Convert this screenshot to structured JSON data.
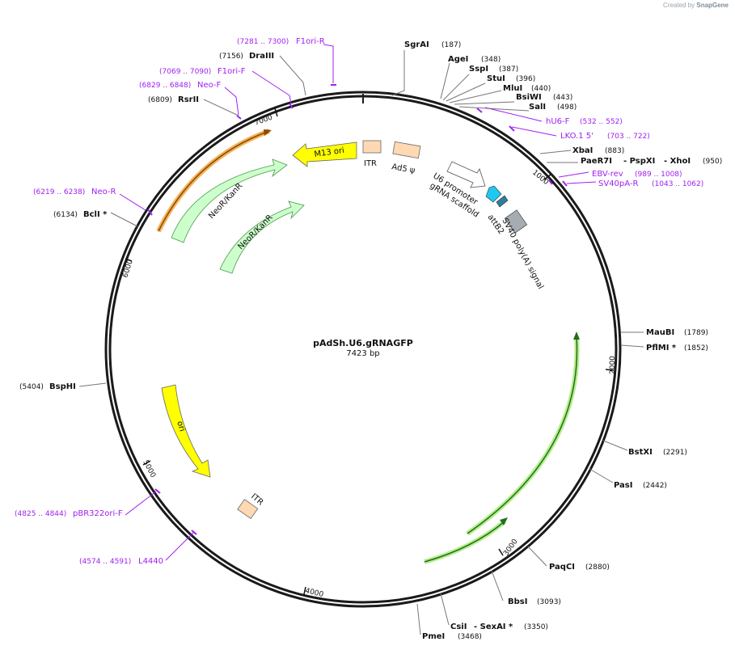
{
  "credit": {
    "prefix": "Created by",
    "brand": "SnapGene"
  },
  "plasmid": {
    "name": "pAdSh.U6.gRNAGFP",
    "length_label": "7423 bp"
  },
  "ticks": [
    "1000",
    "2000",
    "3000",
    "4000",
    "5000",
    "6000",
    "7000"
  ],
  "sites": [
    {
      "name": "SgrAI",
      "pos": "(187)"
    },
    {
      "name": "AgeI",
      "pos": "(348)"
    },
    {
      "name": "SspI",
      "pos": "(387)"
    },
    {
      "name": "StuI",
      "pos": "(396)"
    },
    {
      "name": "MluI",
      "pos": "(440)"
    },
    {
      "name": "BsiWI",
      "pos": "(443)"
    },
    {
      "name": "SalI",
      "pos": "(498)"
    },
    {
      "name": "XbaI",
      "pos": "(883)"
    },
    {
      "name": "PaeR7I",
      "name2": "- PspXI",
      "name3": "- XhoI",
      "pos": "(950)"
    },
    {
      "name": "MauBI",
      "pos": "(1789)"
    },
    {
      "name": "PflMI *",
      "pos": "(1852)"
    },
    {
      "name": "BstXI",
      "pos": "(2291)"
    },
    {
      "name": "PasI",
      "pos": "(2442)"
    },
    {
      "name": "PaqCI",
      "pos": "(2880)"
    },
    {
      "name": "BbsI",
      "pos": "(3093)"
    },
    {
      "name": "CsiI",
      "name2": "- SexAI *",
      "pos": "(3350)"
    },
    {
      "name": "PmeI",
      "pos": "(3468)"
    },
    {
      "name": "BspHI",
      "pos": "(5404)"
    },
    {
      "name": "BclI *",
      "pos": "(6134)"
    },
    {
      "name": "RsrII",
      "pos": "(6809)"
    },
    {
      "name": "DraIII",
      "pos": "(7156)"
    }
  ],
  "primers": [
    {
      "name": "F1ori-R",
      "pos": "(7281 .. 7300)"
    },
    {
      "name": "F1ori-F",
      "pos": "(7069 .. 7090)"
    },
    {
      "name": "Neo-F",
      "pos": "(6829 .. 6848)"
    },
    {
      "name": "hU6-F",
      "pos": "(532 .. 552)"
    },
    {
      "name": "LKO.1 5'",
      "pos": "(703 .. 722)"
    },
    {
      "name": "EBV-rev",
      "pos": "(989 .. 1008)"
    },
    {
      "name": "SV40pA-R",
      "pos": "(1043 .. 1062)"
    },
    {
      "name": "Neo-R",
      "pos": "(6219 .. 6238)"
    },
    {
      "name": "pBR322ori-F",
      "pos": "(4825 .. 4844)"
    },
    {
      "name": "L4440",
      "pos": "(4574 .. 4591)"
    }
  ],
  "features": {
    "m13": "M13 ori",
    "itr1": "ITR",
    "ad5": "Ad5 ψ",
    "u6": "U6 promoter",
    "grna": "gRNA scaffold",
    "attb2": "attB2",
    "sv40": "SV40 poly(A) signal",
    "neo1": "NeoR/KanR",
    "neo2": "NeoR/KanR",
    "ori": "ori",
    "itr2": "ITR"
  },
  "colors": {
    "backbone": "#1a1a1a",
    "primer": "#a020f0",
    "m13": "#ffff00",
    "ori": "#ffff00",
    "neo": "#ccffcc",
    "itr": "#ffd9b3",
    "u6": "#ffffff",
    "grna": "#1ec8f0",
    "attb2": "#2a7f9e",
    "sv40": "#a6acb3",
    "green_line": "#1f6f1f",
    "green_glow": "#b6ee8a",
    "orange_line": "#8a4a00",
    "orange_glow": "#f5b25a"
  }
}
